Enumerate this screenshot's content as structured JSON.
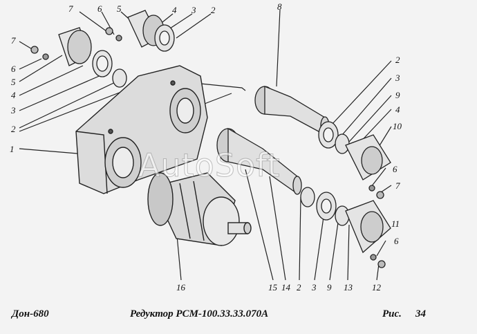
{
  "callouts": {
    "c7a": "7",
    "c6a": "6",
    "c5a": "5",
    "c4a": "4",
    "c3a": "3",
    "c2a": "2",
    "c8": "8",
    "c7b": "7",
    "c6b": "6",
    "c5b": "5",
    "c4b": "4",
    "c3b": "3",
    "c2b": "2",
    "c1": "1",
    "c2c": "2",
    "c3c": "3",
    "c9a": "9",
    "c4c": "4",
    "c10": "10",
    "c6c": "6",
    "c7c": "7",
    "c11": "11",
    "c6d": "6",
    "c12": "12",
    "c16": "16",
    "c15": "15",
    "c14": "14",
    "c2d": "2",
    "c3d": "3",
    "c9b": "9",
    "c13": "13"
  },
  "footer": {
    "left": "Дон-680",
    "center": "Редуктор РСМ-100.33.33.070А",
    "fig_label": "Рис.",
    "fig_number": "34"
  },
  "watermark": "AutoSoft"
}
